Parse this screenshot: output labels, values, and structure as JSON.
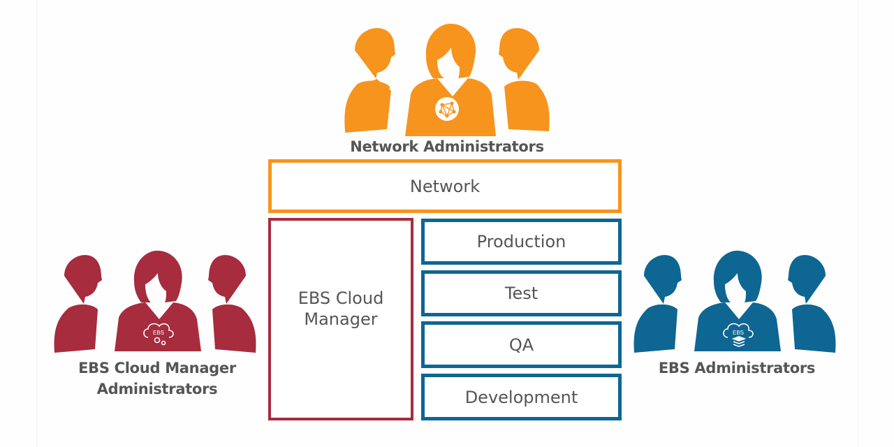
{
  "colors": {
    "network": "#f7941d",
    "cloud_manager": "#a62c3e",
    "ebs": "#0e6693",
    "text": "#555555"
  },
  "groups": {
    "network_admins": {
      "label": "Network Administrators",
      "badge_icon": "network-mesh-icon"
    },
    "cloud_manager_admins": {
      "label_line1": "EBS Cloud Manager",
      "label_line2": "Administrators",
      "badge_icon": "ebs-cloud-gears-icon",
      "badge_text": "EBS"
    },
    "ebs_admins": {
      "label": "EBS Administrators",
      "badge_icon": "ebs-cloud-stack-icon",
      "badge_text": "EBS"
    }
  },
  "boxes": {
    "network": "Network",
    "cloud_manager_line1": "EBS Cloud",
    "cloud_manager_line2": "Manager",
    "environments": [
      "Production",
      "Test",
      "QA",
      "Development"
    ]
  }
}
